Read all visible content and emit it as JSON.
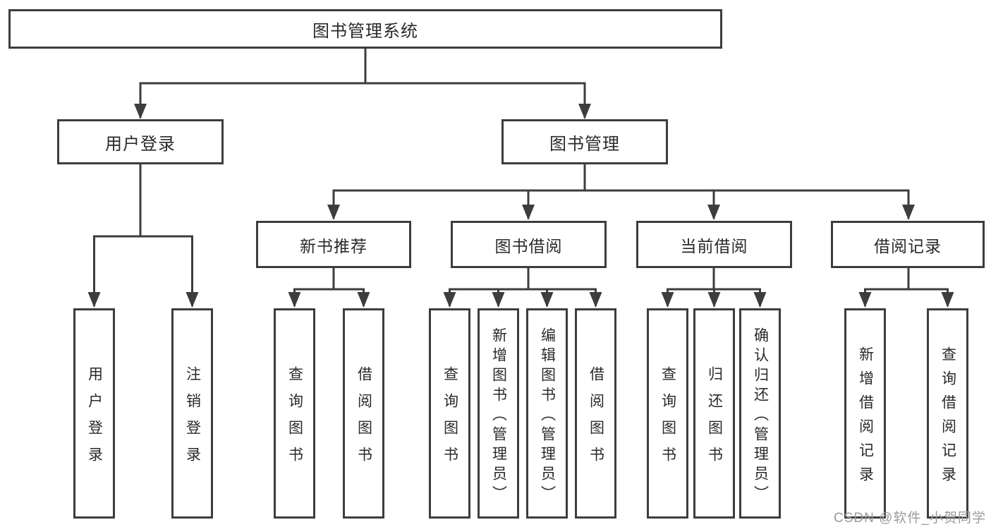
{
  "root": {
    "label": "图书管理系统"
  },
  "branches": {
    "user_login": {
      "label": "用户登录",
      "children": [
        {
          "label": "用户登录"
        },
        {
          "label": "注销登录"
        }
      ]
    },
    "book_mgmt": {
      "label": "图书管理",
      "modules": [
        {
          "label": "新书推荐",
          "children": [
            {
              "label": "查询图书"
            },
            {
              "label": "借阅图书"
            }
          ]
        },
        {
          "label": "图书借阅",
          "children": [
            {
              "label": "查询图书"
            },
            {
              "label": "新增图书（管理员）"
            },
            {
              "label": "编辑图书（管理员）"
            },
            {
              "label": "借阅图书"
            }
          ]
        },
        {
          "label": "当前借阅",
          "children": [
            {
              "label": "查询图书"
            },
            {
              "label": "归还图书"
            },
            {
              "label": "确认归还（管理员）"
            }
          ]
        },
        {
          "label": "借阅记录",
          "children": [
            {
              "label": "新增借阅记录"
            },
            {
              "label": "查询借阅记录"
            }
          ]
        }
      ]
    }
  },
  "watermark": {
    "text": "CSDN @软件_小贺同学"
  },
  "colors": {
    "line": "#3d3d3d",
    "text": "#2a2a2a",
    "watermark": "#9b9b9b",
    "background": "#ffffff"
  }
}
